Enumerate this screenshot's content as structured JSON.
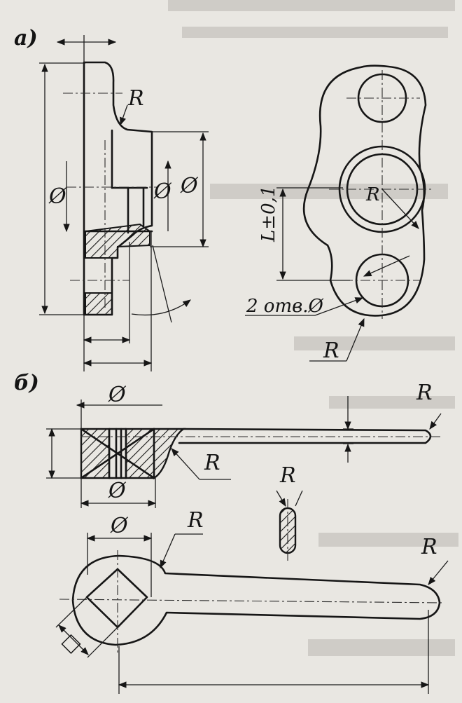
{
  "drawing_a": {
    "label": "а)",
    "flange": {
      "radius_label": "R",
      "diameter_outer_label": "Ø",
      "diameter_inner_label": "Ø",
      "diameter_boss_label": "Ø"
    },
    "plate": {
      "radius_inner_label": "R",
      "center_distance_label": "L±0,1",
      "holes_label": "2 отв.Ø",
      "radius_outer_label": "R"
    }
  },
  "drawing_b": {
    "label": "б)",
    "side_view": {
      "diameter_top_label": "Ø",
      "diameter_bottom_label": "Ø",
      "radius_tip_label": "R",
      "radius_fillet_label": "R"
    },
    "plan_view": {
      "diameter_label": "Ø",
      "radius_head_label": "R",
      "radius_section_label": "R",
      "radius_tip_label": "R",
      "square_label": "□"
    }
  },
  "colors": {
    "paper": "#e9e7e2",
    "ink": "#161616"
  }
}
